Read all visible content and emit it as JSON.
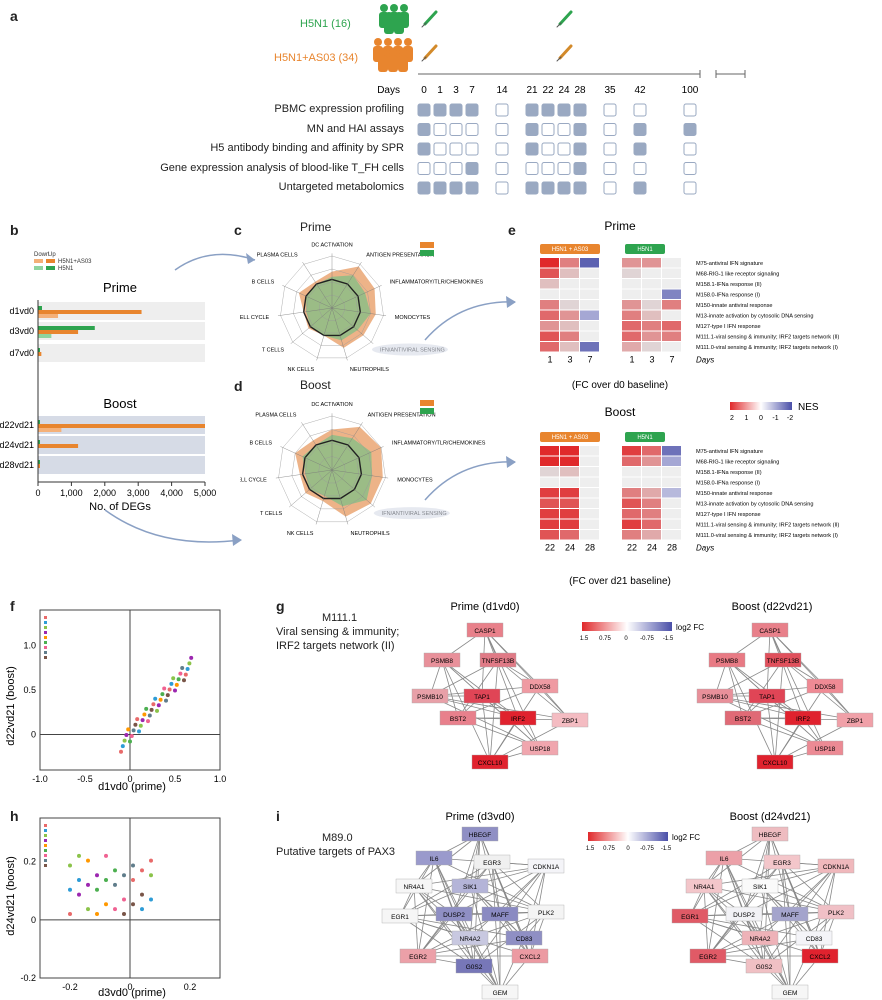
{
  "panel_a": {
    "letter": "a",
    "group1_label": "H5N1 (16)",
    "group2_label": "H5N1+AS03 (34)",
    "days_label": "Days",
    "days": [
      "0",
      "1",
      "3",
      "7",
      "14",
      "21",
      "22",
      "24",
      "28",
      "35",
      "42",
      "100"
    ],
    "assays": [
      {
        "label": "PBMC expression profiling",
        "filled": [
          1,
          1,
          1,
          1,
          0,
          1,
          1,
          1,
          1,
          0,
          0,
          0
        ]
      },
      {
        "label": "MN and HAI assays",
        "filled": [
          1,
          0,
          0,
          0,
          0,
          1,
          0,
          0,
          1,
          0,
          1,
          1
        ]
      },
      {
        "label": "H5 antibody binding and affinity by SPR",
        "filled": [
          1,
          0,
          0,
          0,
          0,
          1,
          0,
          0,
          1,
          0,
          1,
          0
        ]
      },
      {
        "label": "Gene expression analysis of blood-like T_FH cells",
        "filled": [
          0,
          0,
          0,
          1,
          0,
          0,
          0,
          0,
          1,
          0,
          0,
          0
        ]
      },
      {
        "label": "Untargeted metabolomics",
        "filled": [
          1,
          1,
          1,
          1,
          0,
          1,
          1,
          1,
          1,
          0,
          1,
          0
        ]
      }
    ],
    "green": "#2ea44f",
    "orange": "#e8852e",
    "box_fill": "#9aa9c2"
  },
  "panel_b": {
    "letter": "b",
    "legend_down": "Down",
    "legend_up": "Up",
    "legend_item1": "H5N1+AS03",
    "legend_item2": "H5N1",
    "prime_title": "Prime",
    "boost_title": "Boost",
    "xlabel": "No. of DEGs",
    "xticks": [
      "0",
      "1,000",
      "2,000",
      "3,000",
      "4,000",
      "5,000"
    ]
  },
  "panel_c": {
    "letter": "c",
    "title": "Prime"
  },
  "panel_d": {
    "letter": "d",
    "title": "Boost"
  },
  "radar_labels": [
    "DC ACTIVATION",
    "ANTIGEN PRESENTATION",
    "INFLAMMATORY/TLR/CHEMOKINES",
    "MONOCYTES",
    "IFN/ANTIVIRAL SENSING",
    "NEUTROPHILS",
    "NK CELLS",
    "T CELLS",
    "CELL CYCLE",
    "B CELLS",
    "PLASMA CELLS"
  ],
  "panel_e": {
    "letter": "e",
    "prime_title": "Prime",
    "boost_title": "Boost",
    "group1": "H5N1 + AS03",
    "group2": "H5N1",
    "prime_days": [
      "1",
      "3",
      "7"
    ],
    "boost_days": [
      "22",
      "24",
      "28"
    ],
    "days_word": "Days",
    "prime_caption": "(FC over d0 baseline)",
    "boost_caption": "(FC over d21 baseline)",
    "nes_label": "NES",
    "nes_ticks": [
      "2",
      "1",
      "0",
      "-1",
      "-2"
    ],
    "prime_rows": [
      "M75-antiviral IFN signature",
      "M68-RIG-1 like receptor signaling",
      "M158.1-IFNa response (II)",
      "M158.0-IFNa response (I)",
      "M150-innate antiviral response",
      "M13-innate activation by cytosolic DNA sensing",
      "M127-type I IFN response",
      "M111.1-viral sensing & immunity; IRF2 targets network (II)",
      "M111.0-viral sensing & immunity; IRF2 targets network (I)"
    ],
    "boost_rows": [
      "M75-antiviral IFN signature",
      "M68-RIG-1 like receptor signaling",
      "M158.1-IFNa response (II)",
      "M158.0-IFNa response (I)",
      "M150-innate antiviral response",
      "M13-innate activation by cytosolic DNA sensing",
      "M127-type I IFN response",
      "M111.1-viral sensing & immunity; IRF2 targets network (II)",
      "M111.0-viral sensing & immunity; IRF2 targets network (I)"
    ]
  },
  "panel_f": {
    "letter": "f",
    "xlabel": "d1vd0 (prime)",
    "ylabel": "d22vd21 (boost)",
    "xticks": [
      "-1.0",
      "-0.5",
      "0",
      "0.5",
      "1.0"
    ],
    "yticks": [
      "0",
      "0.5",
      "1.0"
    ]
  },
  "panel_g": {
    "letter": "g",
    "module": "M111.1",
    "module_desc1": "Viral sensing & immunity;",
    "module_desc2": "IRF2 targets network (II)",
    "prime_title": "Prime (d1vd0)",
    "boost_title": "Boost (d22vd21)",
    "scale_label": "log2 FC",
    "scale_ticks": [
      "1.5",
      "0.75",
      "0",
      "-0.75",
      "-1.5"
    ],
    "genes": [
      "CASP1",
      "PSMB8",
      "TNFSF13B",
      "PSMB10",
      "TAP1",
      "DDX58",
      "BST2",
      "IRF2",
      "ZBP1",
      "CXCL10",
      "USP18"
    ]
  },
  "panel_h": {
    "letter": "h",
    "xlabel": "d3vd0 (prime)",
    "ylabel": "d24vd21 (boost)",
    "xticks": [
      "-0.2",
      "0",
      "0.2"
    ],
    "yticks": [
      "-0.2",
      "0",
      "0.2"
    ]
  },
  "panel_i": {
    "letter": "i",
    "module": "M89.0",
    "module_desc": "Putative targets of PAX3",
    "prime_title": "Prime (d3vd0)",
    "boost_title": "Boost (d24vd21)",
    "scale_label": "log2 FC",
    "scale_ticks": [
      "1.5",
      "0.75",
      "0",
      "-0.75",
      "-1.5"
    ],
    "genes": [
      "HBEGF",
      "IL6",
      "EGR3",
      "CDKN1A",
      "NR4A1",
      "SIK1",
      "EGR1",
      "DUSP2",
      "MAFF",
      "PLK2",
      "NR4A2",
      "CD83",
      "EGR2",
      "G0S2",
      "CXCL2",
      "GEM"
    ]
  }
}
